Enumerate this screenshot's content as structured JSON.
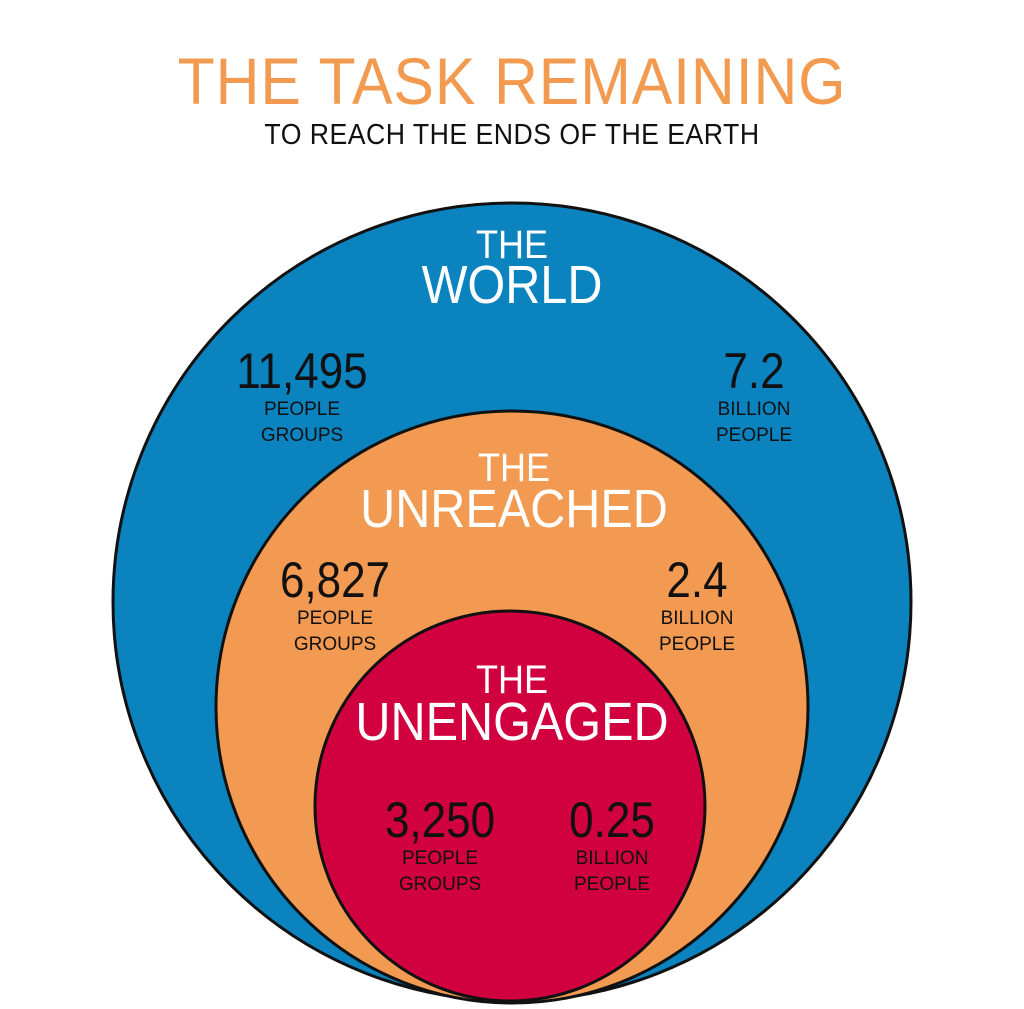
{
  "header": {
    "title": "THE TASK REMAINING",
    "subtitle": "TO REACH THE ENDS OF THE EARTH"
  },
  "colors": {
    "title": "#f29a50",
    "subtitle": "#111111",
    "world": "#0a83bf",
    "unreached": "#f39a52",
    "unengaged": "#d1003f",
    "outline": "#111111",
    "label_text": "#ffffff",
    "stat_text": "#111111"
  },
  "circles": {
    "world": {
      "the": "THE",
      "name": "WORLD",
      "people_groups": {
        "value": "11,495",
        "line1": "PEOPLE",
        "line2": "GROUPS"
      },
      "population": {
        "value": "7.2",
        "line1": "BILLION",
        "line2": "PEOPLE"
      }
    },
    "unreached": {
      "the": "THE",
      "name": "UNREACHED",
      "people_groups": {
        "value": "6,827",
        "line1": "PEOPLE",
        "line2": "GROUPS"
      },
      "population": {
        "value": "2.4",
        "line1": "BILLION",
        "line2": "PEOPLE"
      }
    },
    "unengaged": {
      "the": "THE",
      "name": "UNENGAGED",
      "people_groups": {
        "value": "3,250",
        "line1": "PEOPLE",
        "line2": "GROUPS"
      },
      "population": {
        "value": "0.25",
        "line1": "BILLION",
        "line2": "PEOPLE"
      }
    }
  }
}
